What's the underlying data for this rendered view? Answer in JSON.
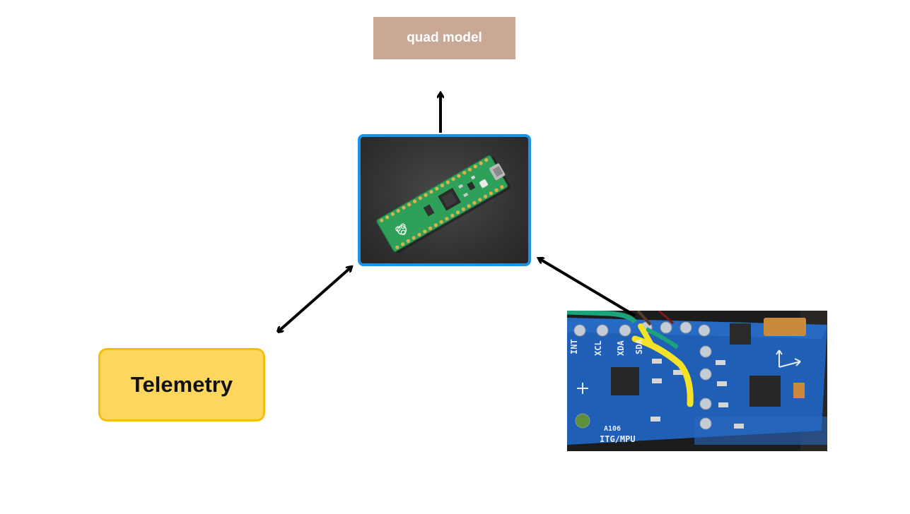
{
  "nodes": {
    "quad_model": {
      "label": "quad model"
    },
    "telemetry": {
      "label": "Telemetry"
    },
    "microcontroller": {
      "image": "raspberry-pi-pico-board-photo"
    },
    "imu": {
      "image": "itg-mpu-imu-sensor-photo",
      "silkscreen": [
        "INT",
        "XCL",
        "XDA",
        "SDA",
        "A106",
        "ITG/MPU"
      ]
    }
  },
  "edges": [
    {
      "from": "microcontroller",
      "to": "quad_model",
      "direction": "forward"
    },
    {
      "from": "telemetry",
      "to": "microcontroller",
      "direction": "both"
    },
    {
      "from": "imu",
      "to": "microcontroller",
      "direction": "forward"
    }
  ],
  "colors": {
    "quad_model_fill": "#c9a895",
    "telemetry_fill": "#fdd75d",
    "telemetry_border": "#f7bd12",
    "board_border": "#1a93e6",
    "arrow": "#000000"
  }
}
